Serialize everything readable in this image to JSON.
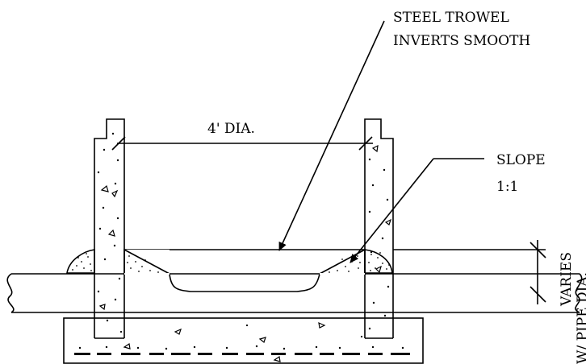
{
  "drawing": {
    "labels": {
      "trowel_line1": "STEEL TROWEL",
      "trowel_line2": "INVERTS SMOOTH",
      "diameter": "4' DIA.",
      "slope_line1": "SLOPE",
      "slope_line2": "1:1",
      "varies_line1": "VARIES",
      "varies_line2": "W/ PIPE DIA."
    }
  }
}
